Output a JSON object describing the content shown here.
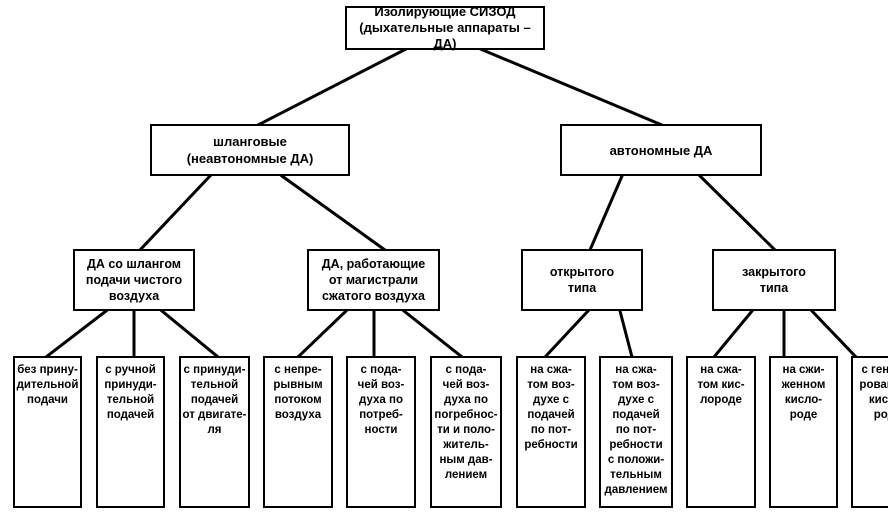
{
  "diagram": {
    "type": "hierarchy-tree",
    "language": "ru",
    "title": "Изолирующие СИЗОД (дыхательные аппараты – ДА)",
    "nodes": {
      "root": {
        "label": "Изолирующие СИЗОД\n(дыхательные аппараты – ДА)"
      },
      "level2": [
        {
          "id": "hose",
          "label": "шланговые\n(неавтономные ДА)"
        },
        {
          "id": "autonomous",
          "label": "автономные ДА"
        }
      ],
      "level3": [
        {
          "id": "clean-air-hose",
          "label": "ДА со шлангом\nподачи чистого\nвоздуха"
        },
        {
          "id": "compressed-air-line",
          "label": "ДА, работающие\nот магистрали\nсжатого воздуха"
        },
        {
          "id": "open-type",
          "label": "открытого\nтипа"
        },
        {
          "id": "closed-type",
          "label": "закрытого\nтипа"
        }
      ],
      "leaves": [
        {
          "id": "leaf-1",
          "label": "без прину-\nдительной\nподачи"
        },
        {
          "id": "leaf-2",
          "label": "с ручной\nпринуди-\nтельной\nподачей"
        },
        {
          "id": "leaf-3",
          "label": "с принуди-\nтельной\nподачей\nот двигате-\nля"
        },
        {
          "id": "leaf-4",
          "label": "с непре-\nрывным\nпотоком\nвоздуха"
        },
        {
          "id": "leaf-5",
          "label": "с пода-\nчей воз-\nдуха по\nпотреб-\nности"
        },
        {
          "id": "leaf-6",
          "label": "с пода-\nчей воз-\nдуха по\nпогребнос-\nти и поло-\nжитель-\nным дав-\nлением"
        },
        {
          "id": "leaf-7",
          "label": "на сжа-\nтом воз-\nдухе с\nподачей\nпо пот-\nребности"
        },
        {
          "id": "leaf-8",
          "label": "на сжа-\nтом воз-\nдухе с\nподачей\nпо пот-\nребности\nс положи-\nтельным\nдавлением"
        },
        {
          "id": "leaf-9",
          "label": "на сжа-\nтом кис-\nлороде"
        },
        {
          "id": "leaf-10",
          "label": "на сжи-\nженном\nкисло-\nроде"
        },
        {
          "id": "leaf-11",
          "label": "с генери-\nрованием\nкисло-\nрода"
        }
      ]
    },
    "edges": [
      {
        "from": "root",
        "to": "hose"
      },
      {
        "from": "root",
        "to": "autonomous"
      },
      {
        "from": "hose",
        "to": "clean-air-hose"
      },
      {
        "from": "hose",
        "to": "compressed-air-line"
      },
      {
        "from": "autonomous",
        "to": "open-type"
      },
      {
        "from": "autonomous",
        "to": "closed-type"
      },
      {
        "from": "clean-air-hose",
        "to": "leaf-1"
      },
      {
        "from": "clean-air-hose",
        "to": "leaf-2"
      },
      {
        "from": "clean-air-hose",
        "to": "leaf-3"
      },
      {
        "from": "compressed-air-line",
        "to": "leaf-4"
      },
      {
        "from": "compressed-air-line",
        "to": "leaf-5"
      },
      {
        "from": "compressed-air-line",
        "to": "leaf-6"
      },
      {
        "from": "open-type",
        "to": "leaf-7"
      },
      {
        "from": "open-type",
        "to": "leaf-8"
      },
      {
        "from": "closed-type",
        "to": "leaf-9"
      },
      {
        "from": "closed-type",
        "to": "leaf-10"
      },
      {
        "from": "closed-type",
        "to": "leaf-11"
      }
    ],
    "colors": {
      "line": "#000000",
      "box_fill": "#ffffff",
      "text": "#000000"
    }
  }
}
